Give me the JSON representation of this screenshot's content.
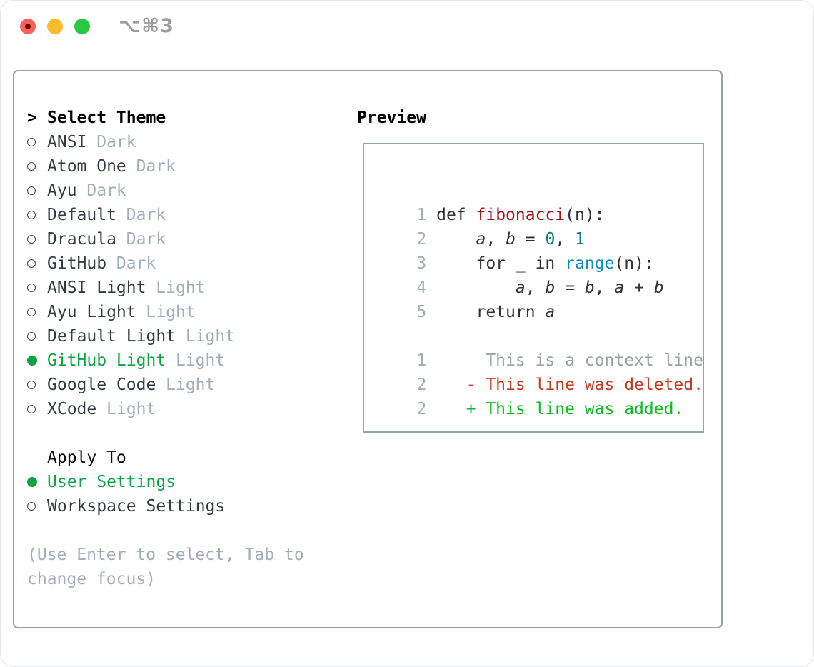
{
  "window": {
    "shortcut_label": "⌥⌘3",
    "traffic_lights": [
      {
        "name": "close",
        "has_unsaved_dot": true
      },
      {
        "name": "minimize",
        "has_unsaved_dot": false
      },
      {
        "name": "zoom",
        "has_unsaved_dot": false
      }
    ]
  },
  "theme_panel": {
    "header_marker": ">",
    "header": "Select Theme",
    "items": [
      {
        "name": "ANSI",
        "variant": "Dark",
        "selected": false
      },
      {
        "name": "Atom One",
        "variant": "Dark",
        "selected": false
      },
      {
        "name": "Ayu",
        "variant": "Dark",
        "selected": false
      },
      {
        "name": "Default",
        "variant": "Dark",
        "selected": false
      },
      {
        "name": "Dracula",
        "variant": "Dark",
        "selected": false
      },
      {
        "name": "GitHub",
        "variant": "Dark",
        "selected": false
      },
      {
        "name": "ANSI Light",
        "variant": "Light",
        "selected": false
      },
      {
        "name": "Ayu Light",
        "variant": "Light",
        "selected": false
      },
      {
        "name": "Default Light",
        "variant": "Light",
        "selected": false
      },
      {
        "name": "GitHub Light",
        "variant": "Light",
        "selected": true
      },
      {
        "name": "Google Code",
        "variant": "Light",
        "selected": false
      },
      {
        "name": "XCode",
        "variant": "Light",
        "selected": false
      }
    ],
    "apply_to": {
      "header": "Apply To",
      "options": [
        {
          "name": "User Settings",
          "selected": true
        },
        {
          "name": "Workspace Settings",
          "selected": false
        }
      ]
    },
    "hint_lines": [
      "(Use Enter to select, Tab to",
      "change focus)"
    ]
  },
  "preview": {
    "header": "Preview",
    "lines": [
      {
        "num": "1",
        "tokens": [
          {
            "t": " def ",
            "c": "code"
          },
          {
            "t": "fibonacci",
            "c": "fn"
          },
          {
            "t": "(n):",
            "c": "code"
          }
        ]
      },
      {
        "num": "2",
        "tokens": [
          {
            "t": "     ",
            "c": "code"
          },
          {
            "t": "a",
            "c": "var"
          },
          {
            "t": ", ",
            "c": "code"
          },
          {
            "t": "b",
            "c": "var"
          },
          {
            "t": " = ",
            "c": "code"
          },
          {
            "t": "0",
            "c": "num"
          },
          {
            "t": ", ",
            "c": "code"
          },
          {
            "t": "1",
            "c": "num"
          }
        ]
      },
      {
        "num": "3",
        "tokens": [
          {
            "t": "     for _ in ",
            "c": "code"
          },
          {
            "t": "range",
            "c": "builtin"
          },
          {
            "t": "(n):",
            "c": "code"
          }
        ]
      },
      {
        "num": "4",
        "tokens": [
          {
            "t": "         ",
            "c": "code"
          },
          {
            "t": "a",
            "c": "var"
          },
          {
            "t": ", ",
            "c": "code"
          },
          {
            "t": "b",
            "c": "var"
          },
          {
            "t": " = ",
            "c": "code"
          },
          {
            "t": "b",
            "c": "var"
          },
          {
            "t": ", ",
            "c": "code"
          },
          {
            "t": "a",
            "c": "var"
          },
          {
            "t": " + ",
            "c": "code"
          },
          {
            "t": "b",
            "c": "var"
          }
        ]
      },
      {
        "num": "5",
        "tokens": [
          {
            "t": "     return ",
            "c": "code"
          },
          {
            "t": "a",
            "c": "var"
          }
        ]
      },
      {
        "num": "",
        "tokens": []
      },
      {
        "num": "1",
        "tokens": [
          {
            "t": "      This is a context line.",
            "c": "context"
          }
        ]
      },
      {
        "num": "2",
        "tokens": [
          {
            "t": "    - This line was deleted.",
            "c": "deleted"
          }
        ]
      },
      {
        "num": "2",
        "tokens": [
          {
            "t": "    + This line was added.",
            "c": "added"
          }
        ]
      }
    ]
  },
  "colors": {
    "selection_green": "#0ca443",
    "added_green": "#0abc1e",
    "deleted_red": "#c43b22",
    "function_red": "#9e1116",
    "number_teal": "#0b7c85",
    "builtin_blue": "#0d8cc4",
    "context_gray": "#9aa0a6",
    "muted_gray": "#a3adba",
    "border_gray": "#97a1ad",
    "traffic_red": "#ff5f57",
    "traffic_yellow": "#febc2e",
    "traffic_green": "#28c840"
  }
}
